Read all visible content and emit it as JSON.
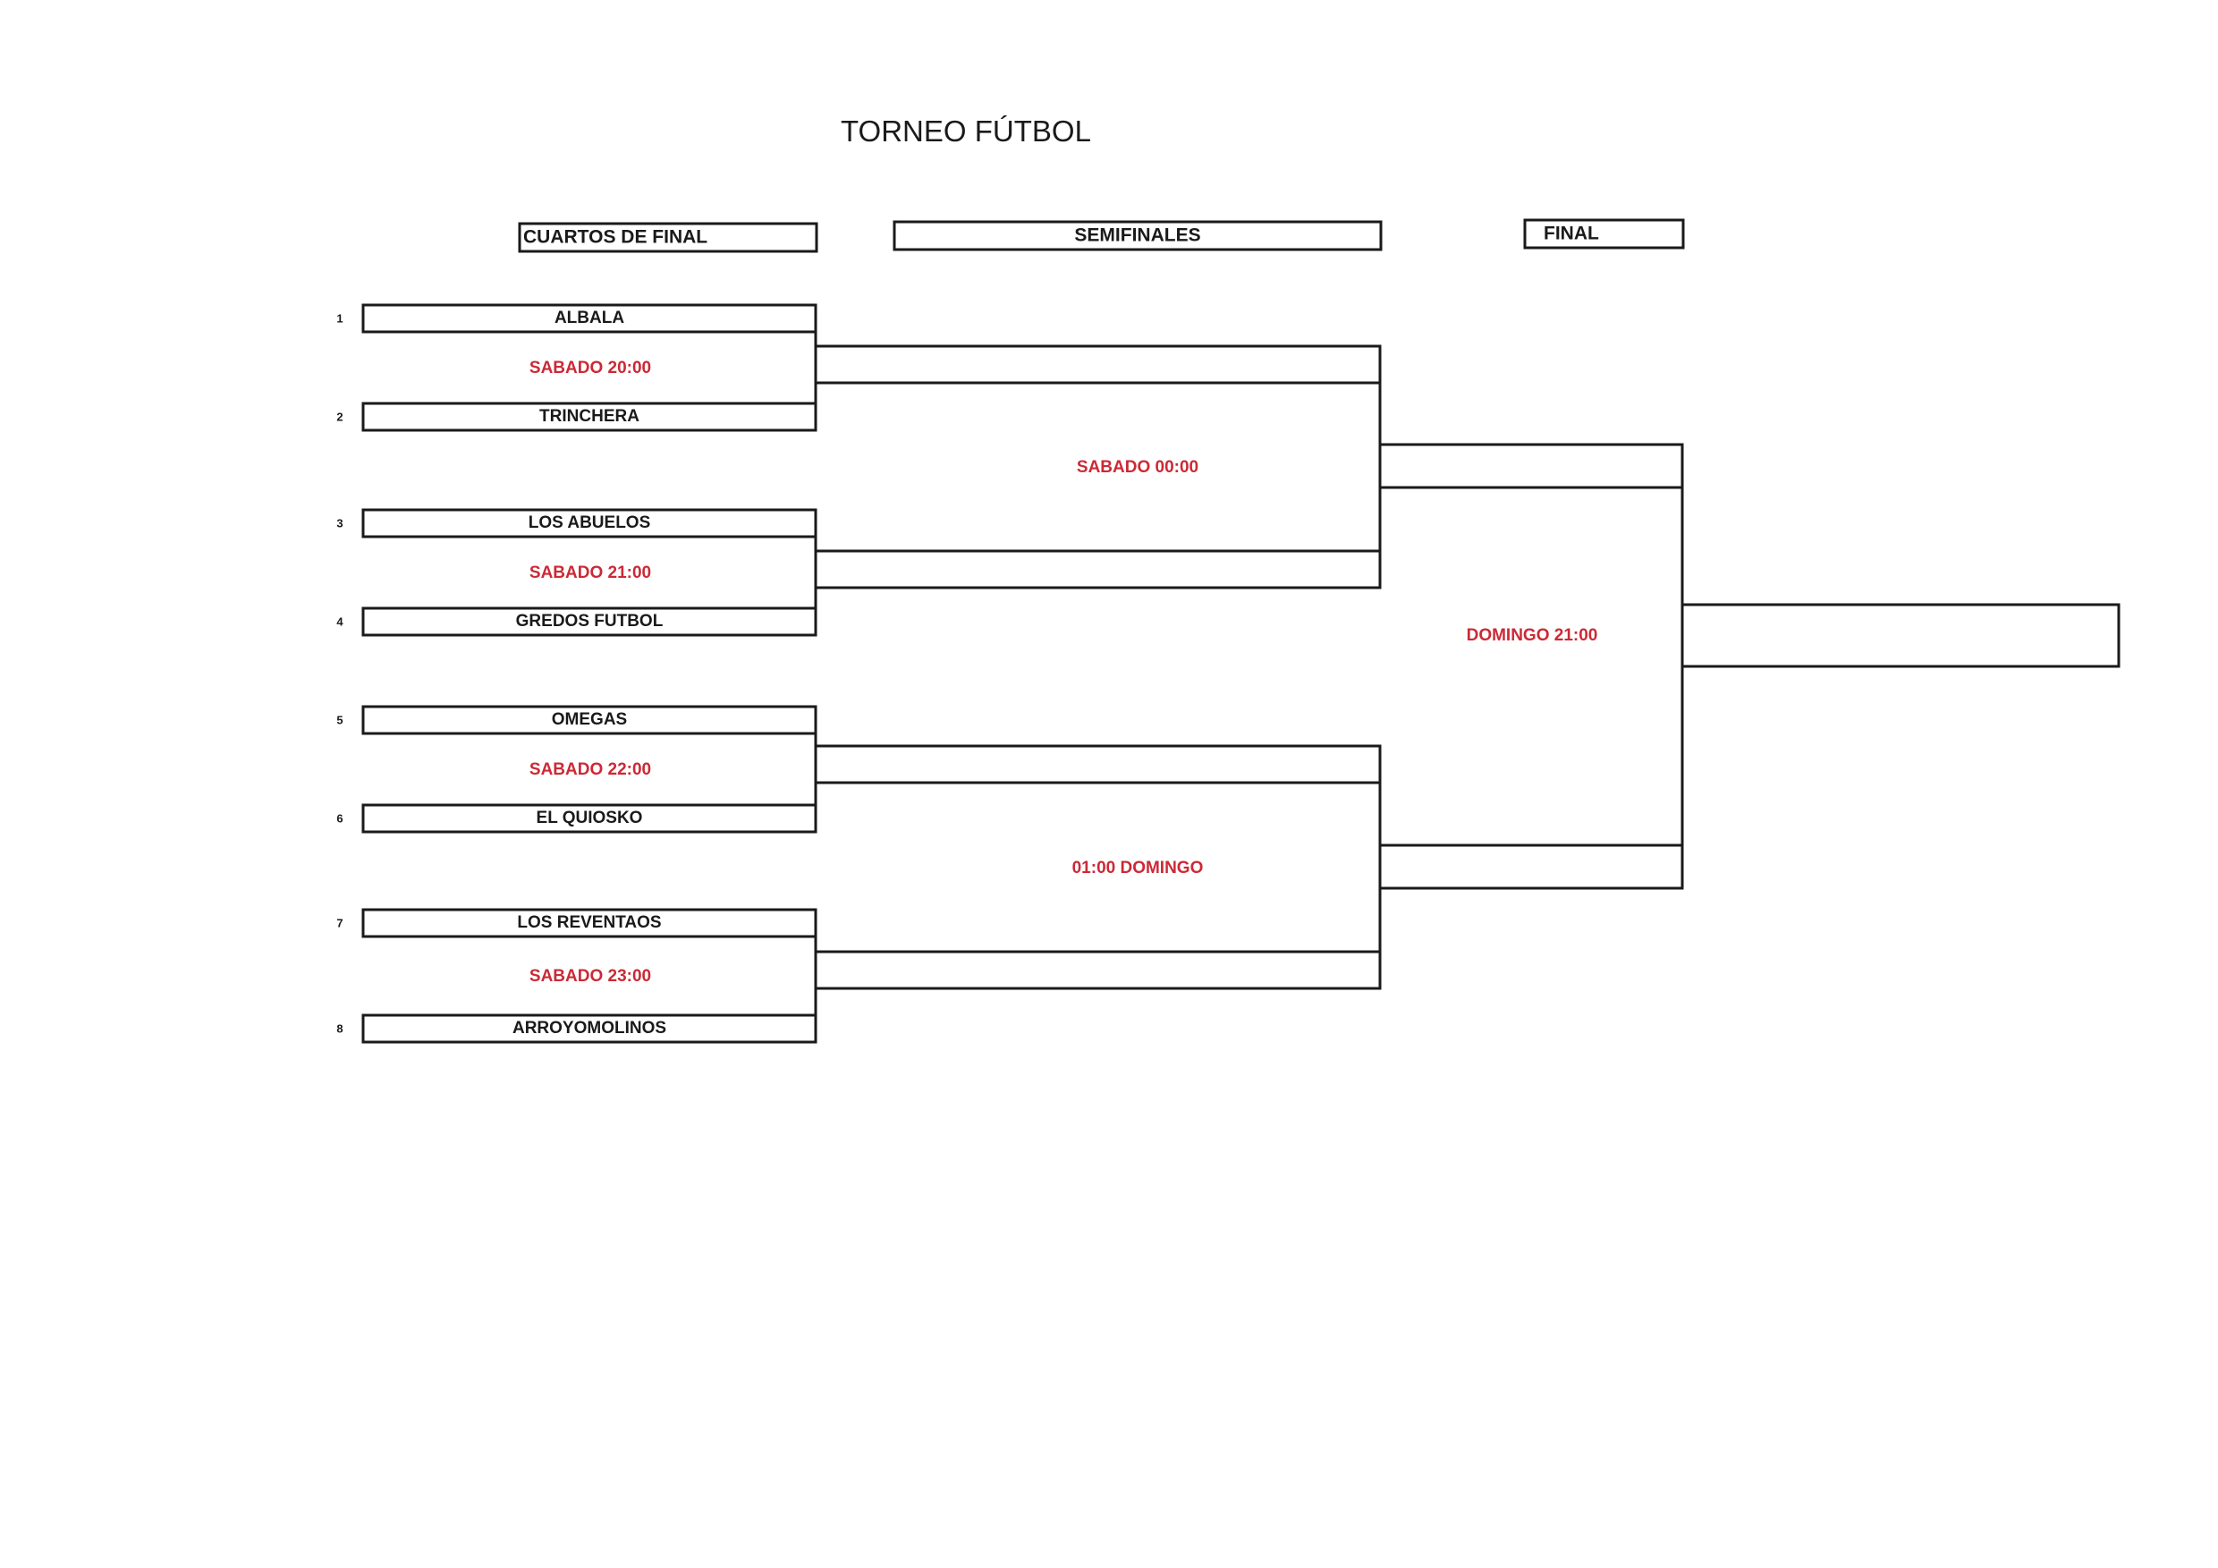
{
  "title": "TORNEO FÚTBOL",
  "colors": {
    "line": "#1a1a1a",
    "time_text": "#cc2936",
    "team_text": "#1a1a1a"
  },
  "rounds": {
    "quarterfinals": "CUARTOS DE FINAL",
    "semifinals": "SEMIFINALES",
    "final": "FINAL"
  },
  "teams": [
    {
      "seed": "1",
      "name": "ALBALA"
    },
    {
      "seed": "2",
      "name": "TRINCHERA"
    },
    {
      "seed": "3",
      "name": "LOS ABUELOS"
    },
    {
      "seed": "4",
      "name": "GREDOS FUTBOL"
    },
    {
      "seed": "5",
      "name": "OMEGAS"
    },
    {
      "seed": "6",
      "name": "EL QUIOSKO"
    },
    {
      "seed": "7",
      "name": "LOS REVENTAOS"
    },
    {
      "seed": "8",
      "name": "ARROYOMOLINOS"
    }
  ],
  "quarterfinal_times": [
    "SABADO 20:00",
    "SABADO 21:00",
    "SABADO 22:00",
    "SABADO 23:00"
  ],
  "semifinal_times": [
    "SABADO 00:00",
    "01:00 DOMINGO"
  ],
  "final_time": "DOMINGO 21:00"
}
